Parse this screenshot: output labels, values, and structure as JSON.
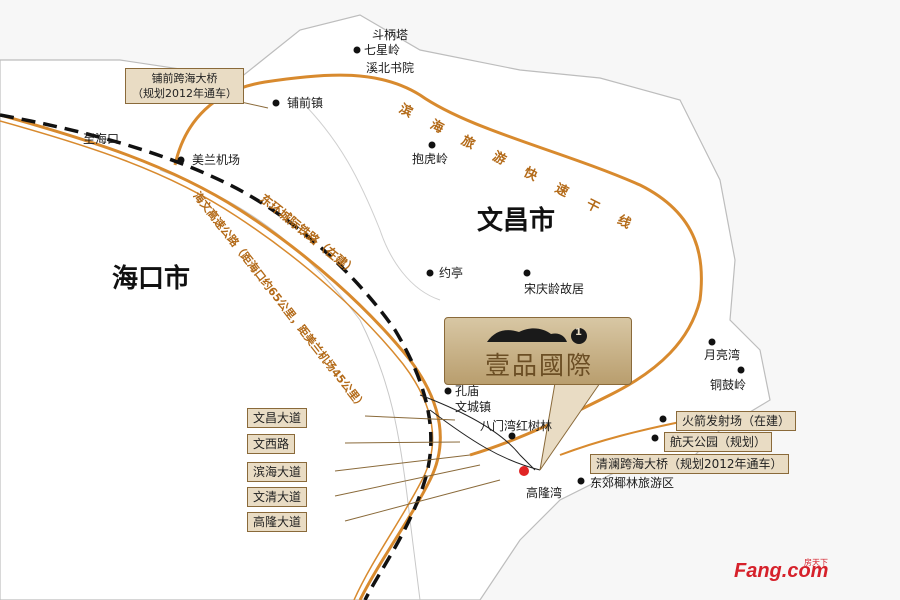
{
  "cities": {
    "haikou": "海口市",
    "wenchang": "文昌市"
  },
  "places": {
    "doubingta": "斗柄塔",
    "qixingling": "七星岭",
    "xibeishuyuan": "溪北书院",
    "puqianzhen": "铺前镇",
    "zhihaikou": "至海口",
    "meilanjichang": "美兰机场",
    "baohuling": "抱虎岭",
    "yueting": "约亭",
    "songqinglingguju": "宋庆龄故居",
    "kongmiao": "孔庙",
    "wenchengzhen": "文城镇",
    "bamenwan": "八门湾红树林",
    "yueliangwan": "月亮湾",
    "tongguling": "铜鼓岭",
    "gaolongwan": "高隆湾",
    "dongjiao": "东郊椰林旅游区"
  },
  "callouts": {
    "puqian_bridge_line1": "铺前跨海大桥",
    "puqian_bridge_line2": "（规划2012年通车）",
    "rocket": "火箭发射场（在建）",
    "hangtian_park": "航天公园（规划）",
    "qinglan_bridge": "清澜跨海大桥（规划2012年通车）"
  },
  "roads": {
    "wenchang_dadao": "文昌大道",
    "wenxi_lu": "文西路",
    "binhai_dadao": "滨海大道",
    "wenqing_dadao": "文清大道",
    "gaolong_dadao": "高隆大道"
  },
  "routes": {
    "binhai_expressway": "滨海旅游快速干线",
    "railway": "东环城际铁路（在建）",
    "highway": "海文高速公路（距海口约65公里，距美兰机场45公里）"
  },
  "logo": {
    "name": "壹品國際",
    "badge": "1"
  },
  "watermark": {
    "brand": "Fang.com",
    "sub": "房天下"
  },
  "colors": {
    "land": "#ffffff",
    "sea": "#f2f2f2",
    "orange_road": "#d88a2e",
    "railway": "#111111",
    "callout_bg": "#e9dcc4",
    "marker_red": "#e02424"
  }
}
